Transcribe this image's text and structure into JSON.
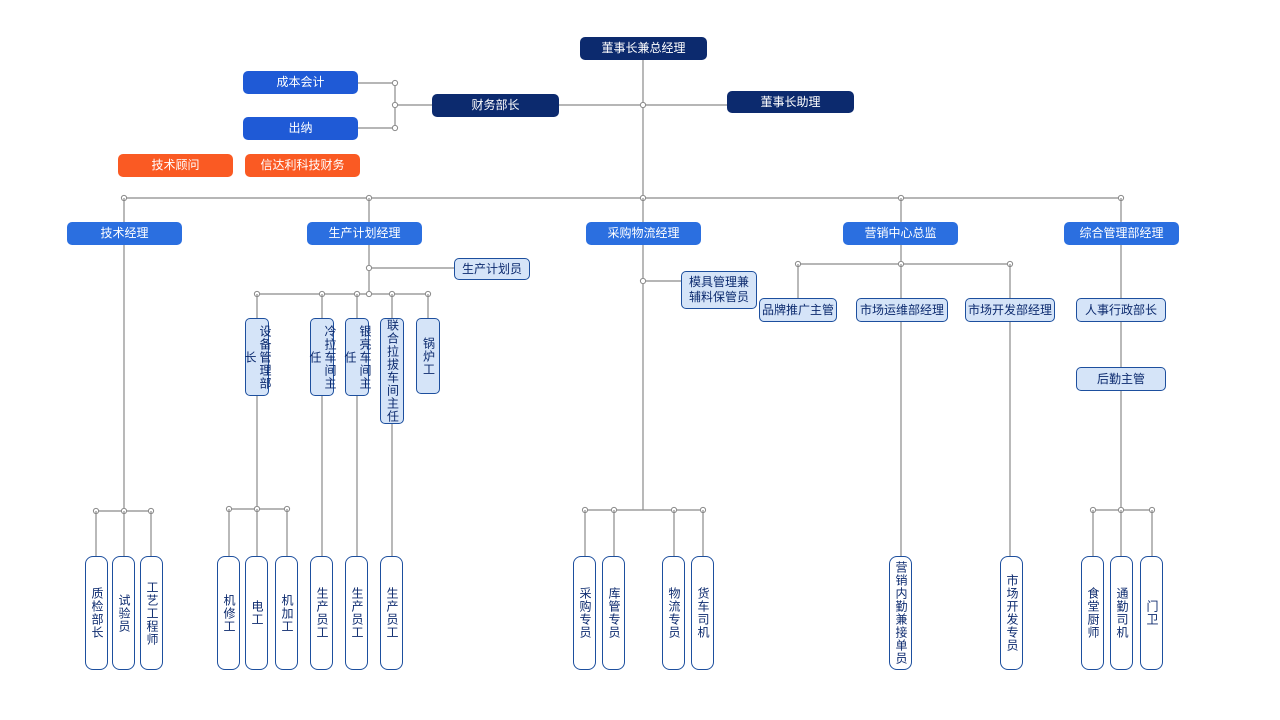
{
  "nodes": {
    "ceo": "董事长兼总经理",
    "assistant": "董事长助理",
    "finance_head": "财务部长",
    "cost_accountant": "成本会计",
    "cashier": "出纳",
    "tech_advisor": "技术顾问",
    "xindali_finance": "信达利科技财务",
    "tech_manager": "技术经理",
    "production_manager": "生产计划经理",
    "purchasing_manager": "采购物流经理",
    "marketing_director": "营销中心总监",
    "general_admin_manager": "综合管理部经理",
    "production_planner": "生产计划员",
    "equipment_head": "设备管理部长",
    "cold_draw_supervisor": "冷拉车间主任",
    "bright_supervisor": "银亮车间主任",
    "combined_supervisor": "联合拉拔车间主任",
    "boiler_worker": "锅炉工",
    "mold_keeper": "模具管理兼辅料保管员",
    "brand_supervisor": "品牌推广主管",
    "market_ops_manager": "市场运维部经理",
    "market_dev_manager": "市场开发部经理",
    "hr_head": "人事行政部长",
    "logistics_supervisor": "后勤主管",
    "qc_head": "质检部长",
    "tester": "试验员",
    "process_engineer": "工艺工程师",
    "repair_worker": "机修工",
    "electrician": "电工",
    "machinist": "机加工",
    "prod_worker_1": "生产员工",
    "prod_worker_2": "生产员工",
    "prod_worker_3": "生产员工",
    "purchaser": "采购专员",
    "warehouse_keeper": "库管专员",
    "logistics_specialist": "物流专员",
    "truck_driver": "货车司机",
    "sales_order_clerk": "营销内勤兼接单员",
    "market_dev_specialist": "市场开发专员",
    "canteen_chef": "食堂厨师",
    "commute_driver": "通勤司机",
    "guard": "门卫"
  },
  "colors": {
    "navy": "#0c2a6e",
    "blue": "#2b6fe0",
    "orange": "#fa5a23",
    "light": "#d5e4f8",
    "line": "#8a8a8a"
  }
}
